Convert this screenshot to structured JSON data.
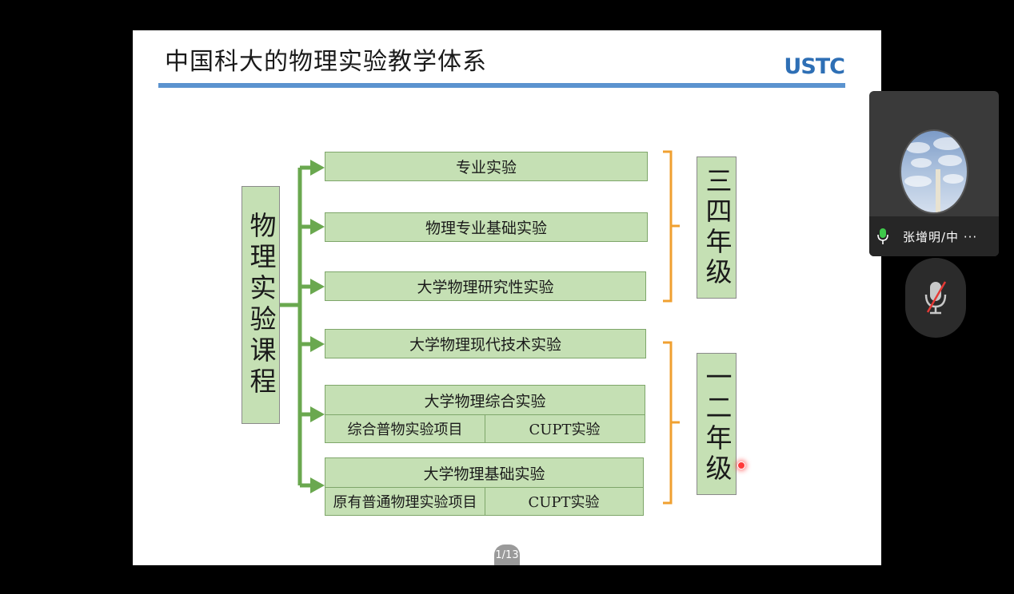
{
  "slide": {
    "title": "中国科大的物理实验教学体系",
    "brand": "USTC",
    "root_label": "物理实验课程",
    "courses": [
      {
        "label": "专业实验"
      },
      {
        "label": "物理专业基础实验"
      },
      {
        "label": "大学物理研究性实验"
      },
      {
        "label": "大学物理现代技术实验"
      },
      {
        "label": "大学物理综合实验",
        "sub": [
          "综合普物实验项目",
          "CUPT实验"
        ]
      },
      {
        "label": "大学物理基础实验",
        "sub": [
          "原有普通物理实验项目",
          "CUPT实验"
        ]
      }
    ],
    "year_groups": [
      "三四年级",
      "一二年级"
    ],
    "page_indicator": "1/13"
  },
  "participant": {
    "name": "张增明/中 ···",
    "mic_status": "unmuted",
    "self_mic_status": "muted"
  },
  "colors": {
    "box_fill": "#c5e0b4",
    "arrow_green": "#6aa84f",
    "bracket_orange": "#f0a030",
    "title_rule": "#5b93cf",
    "brand_blue": "#2e6fb5",
    "mic_green": "#3ec94a"
  }
}
